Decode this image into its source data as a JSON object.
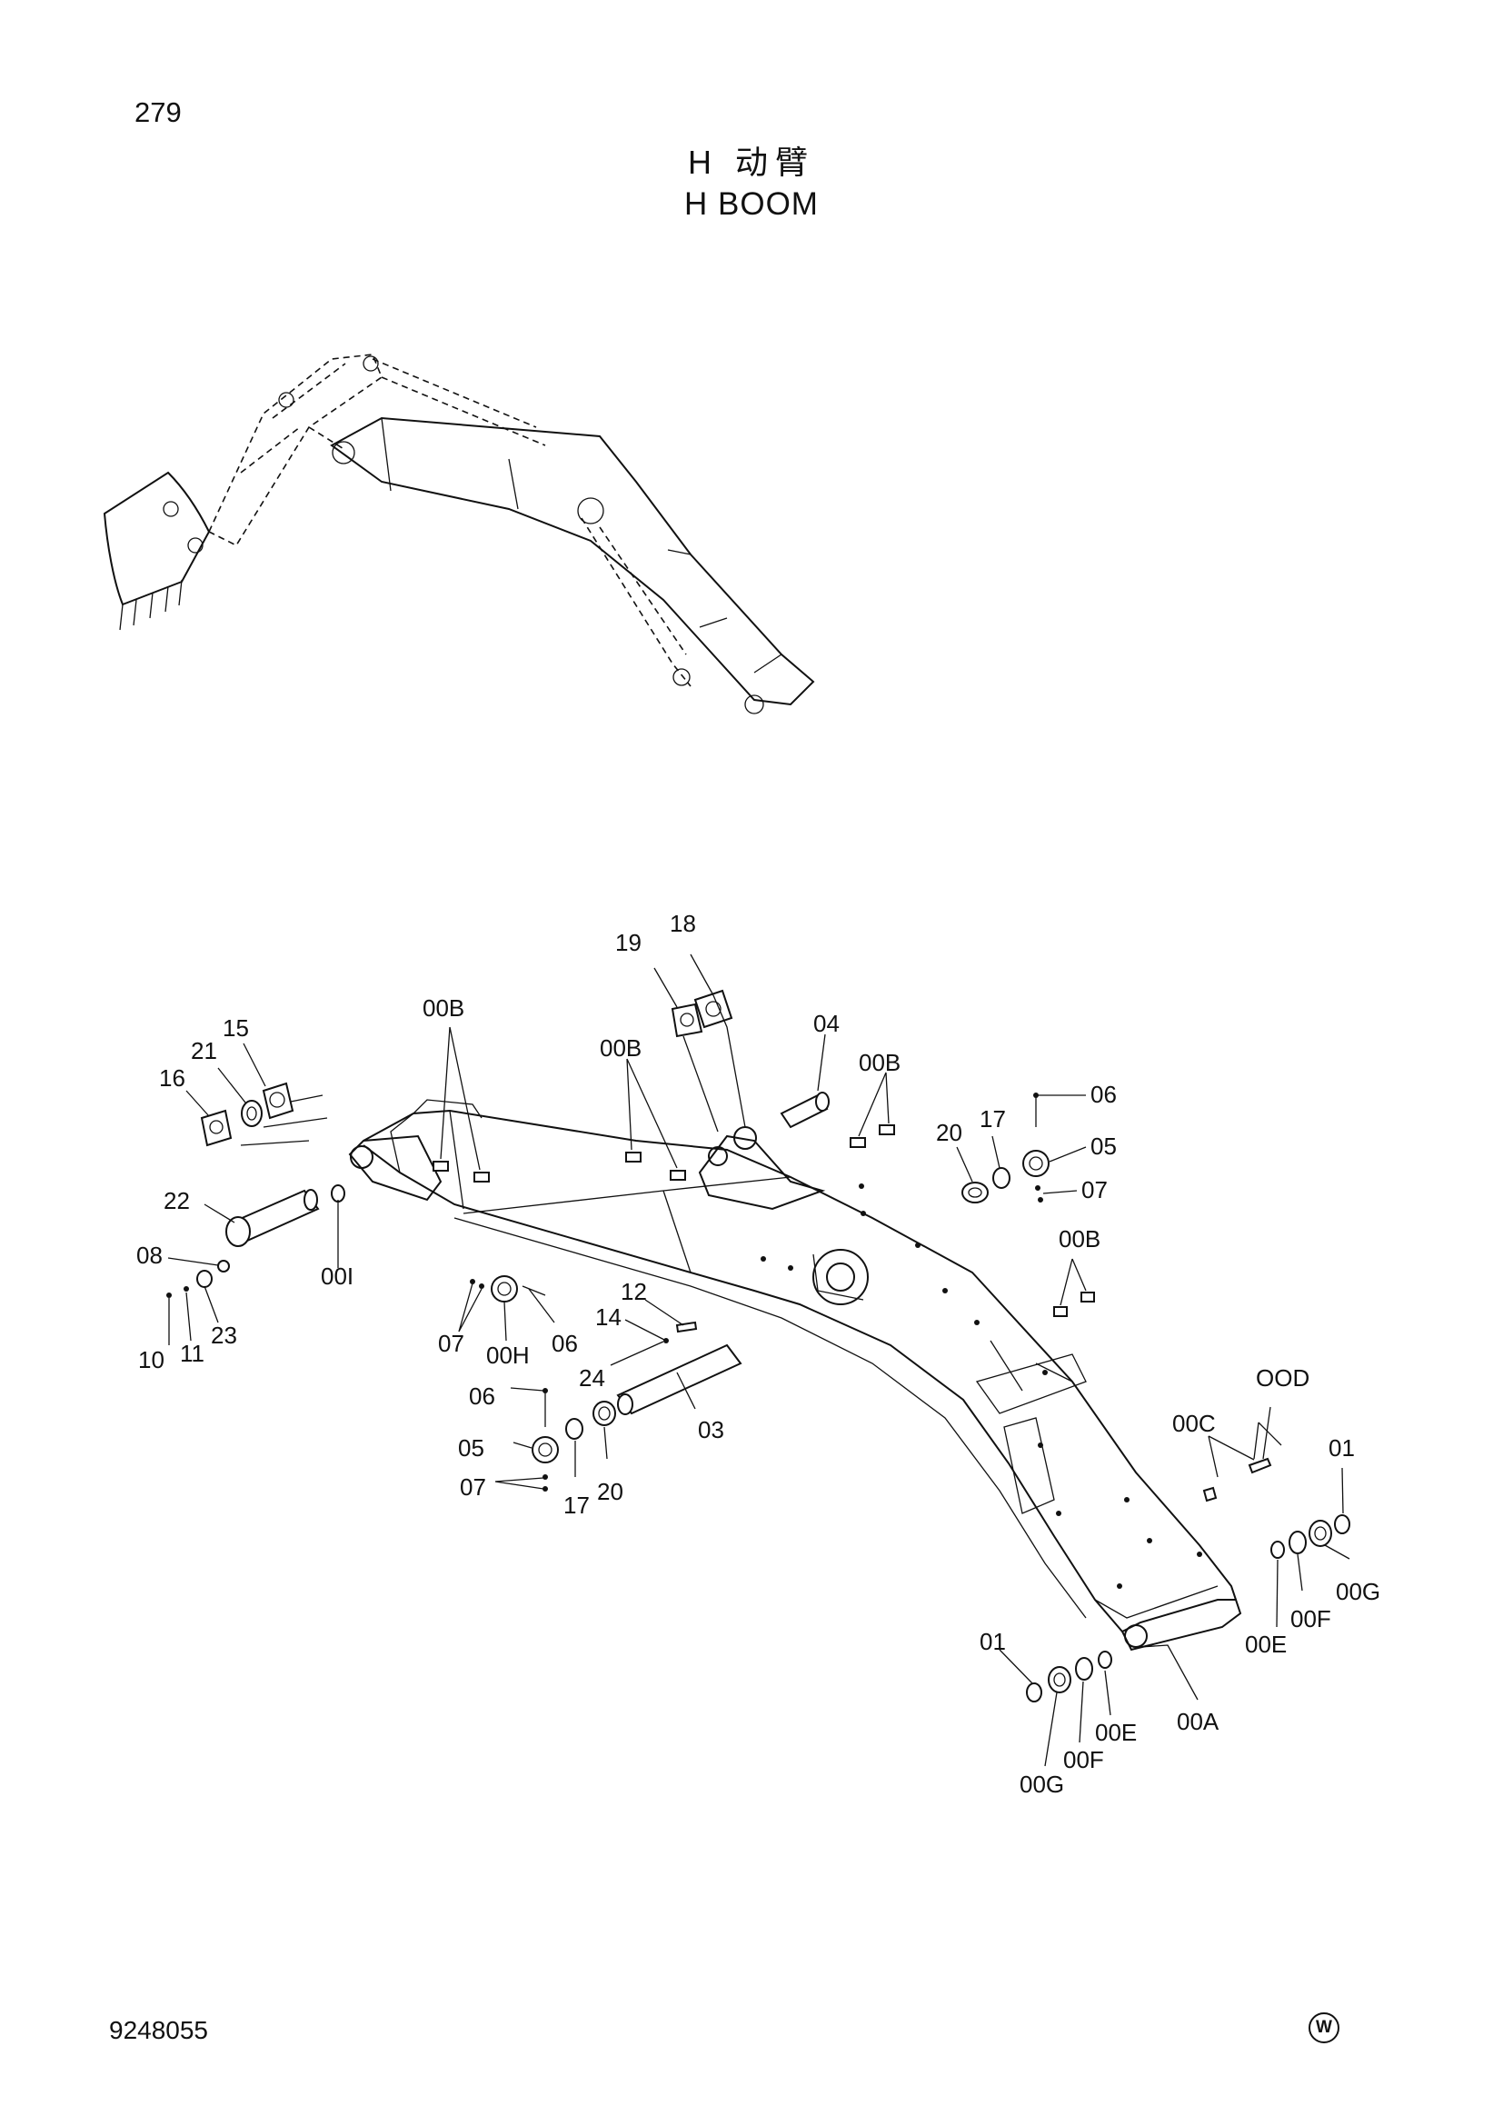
{
  "header": {
    "page_number": "279",
    "title_cn": "H 动臂",
    "title_en": "H BOOM"
  },
  "footer": {
    "document_number": "9248055",
    "mark": "W"
  },
  "callouts": {
    "c18": "18",
    "c19": "19",
    "c15": "15",
    "c21": "21",
    "c16": "16",
    "c00B_1": "00B",
    "c00B_2": "00B",
    "c00B_3": "00B",
    "c00B_4": "00B",
    "c04": "04",
    "c17_1": "17",
    "c06_1": "06",
    "c20_1": "20",
    "c05_1": "05",
    "c07_1": "07",
    "c22": "22",
    "c08": "08",
    "c00I": "00I",
    "c10": "10",
    "c11": "11",
    "c23": "23",
    "c07_2": "07",
    "c00H": "00H",
    "c06_2": "06",
    "c12": "12",
    "c14": "14",
    "c24": "24",
    "c03": "03",
    "c06_3": "06",
    "c05_2": "05",
    "c07_3": "07",
    "c17_2": "17",
    "c20_2": "20",
    "c00D": "OOD",
    "c00C": "00C",
    "c01_1": "01",
    "c00G_1": "00G",
    "c00F_1": "00F",
    "c00E_1": "00E",
    "c01_2": "01",
    "c00G_2": "00G",
    "c00F_2": "00F",
    "c00E_2": "00E",
    "c00A": "00A"
  }
}
